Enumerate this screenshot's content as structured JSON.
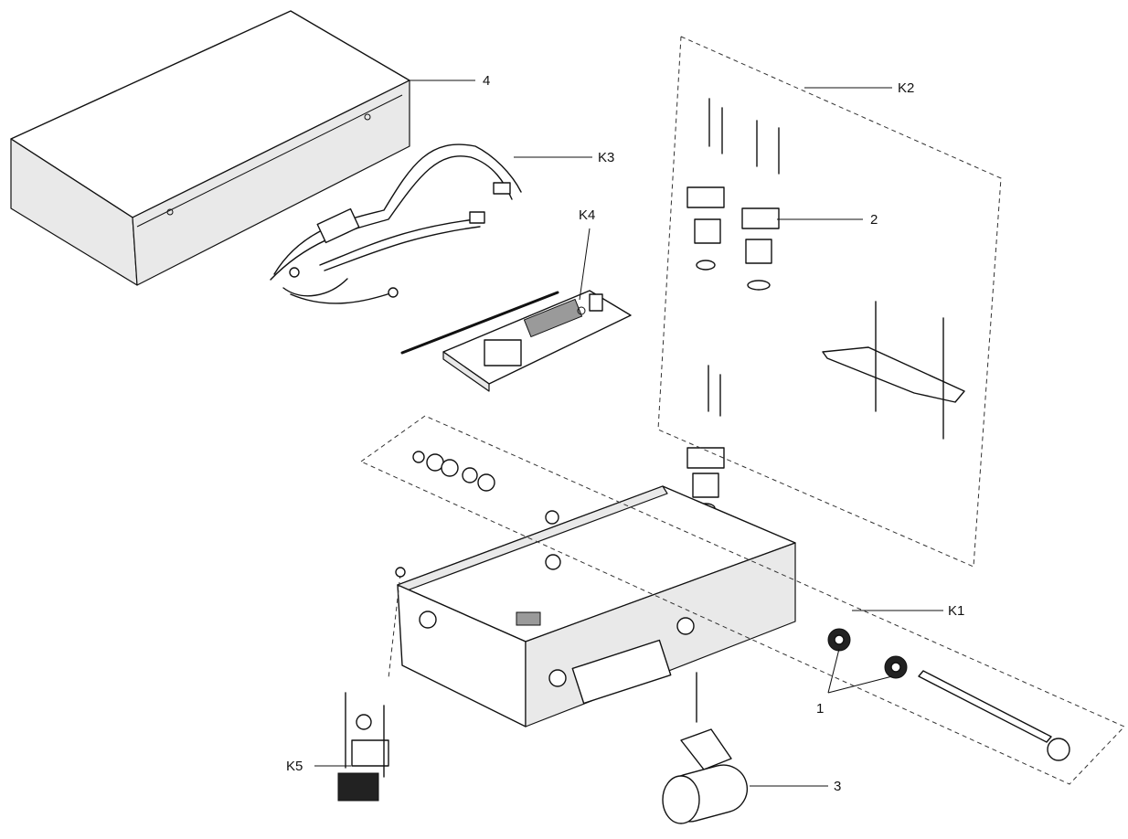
{
  "callouts": [
    {
      "id": "4",
      "label": "4"
    },
    {
      "id": "K2",
      "label": "K2"
    },
    {
      "id": "K3",
      "label": "K3"
    },
    {
      "id": "K4",
      "label": "K4"
    },
    {
      "id": "2",
      "label": "2"
    },
    {
      "id": "K1",
      "label": "K1"
    },
    {
      "id": "1",
      "label": "1"
    },
    {
      "id": "K5",
      "label": "K5"
    },
    {
      "id": "3",
      "label": "3"
    }
  ]
}
